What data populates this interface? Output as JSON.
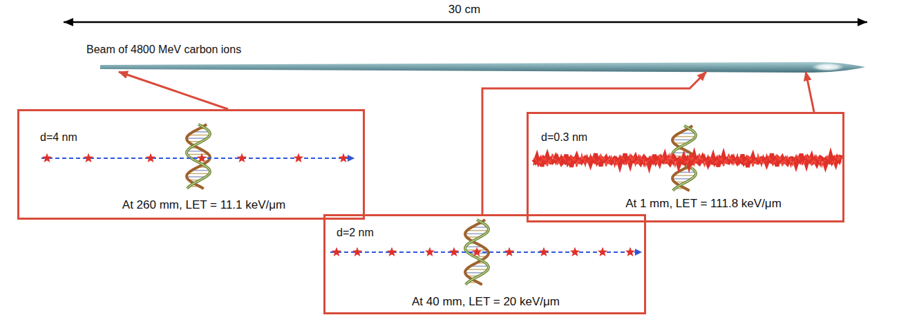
{
  "diagram": {
    "nodes": [
      {
        "text": [
          "Beam of 4800 MeV carbon ions"
        ]
      },
      {
        "text": [
          "d=4 nm",
          "At 260 mm, LET = 11.1 keV/μm"
        ]
      },
      {
        "text": [
          "d=2 nm",
          "At 40 mm, LET = 20 keV/μm"
        ]
      },
      {
        "text": [
          "d=0.3 nm",
          "At 1 mm, LET = 111.8 keV/μm"
        ]
      }
    ],
    "edges": [
      {
        "from": 1,
        "to": 0,
        "arrow": "to"
      },
      {
        "from": 2,
        "to": 0,
        "arrow": "to"
      },
      {
        "from": 3,
        "to": 0,
        "arrow": "to"
      }
    ],
    "labels": [
      "30 cm"
    ]
  }
}
